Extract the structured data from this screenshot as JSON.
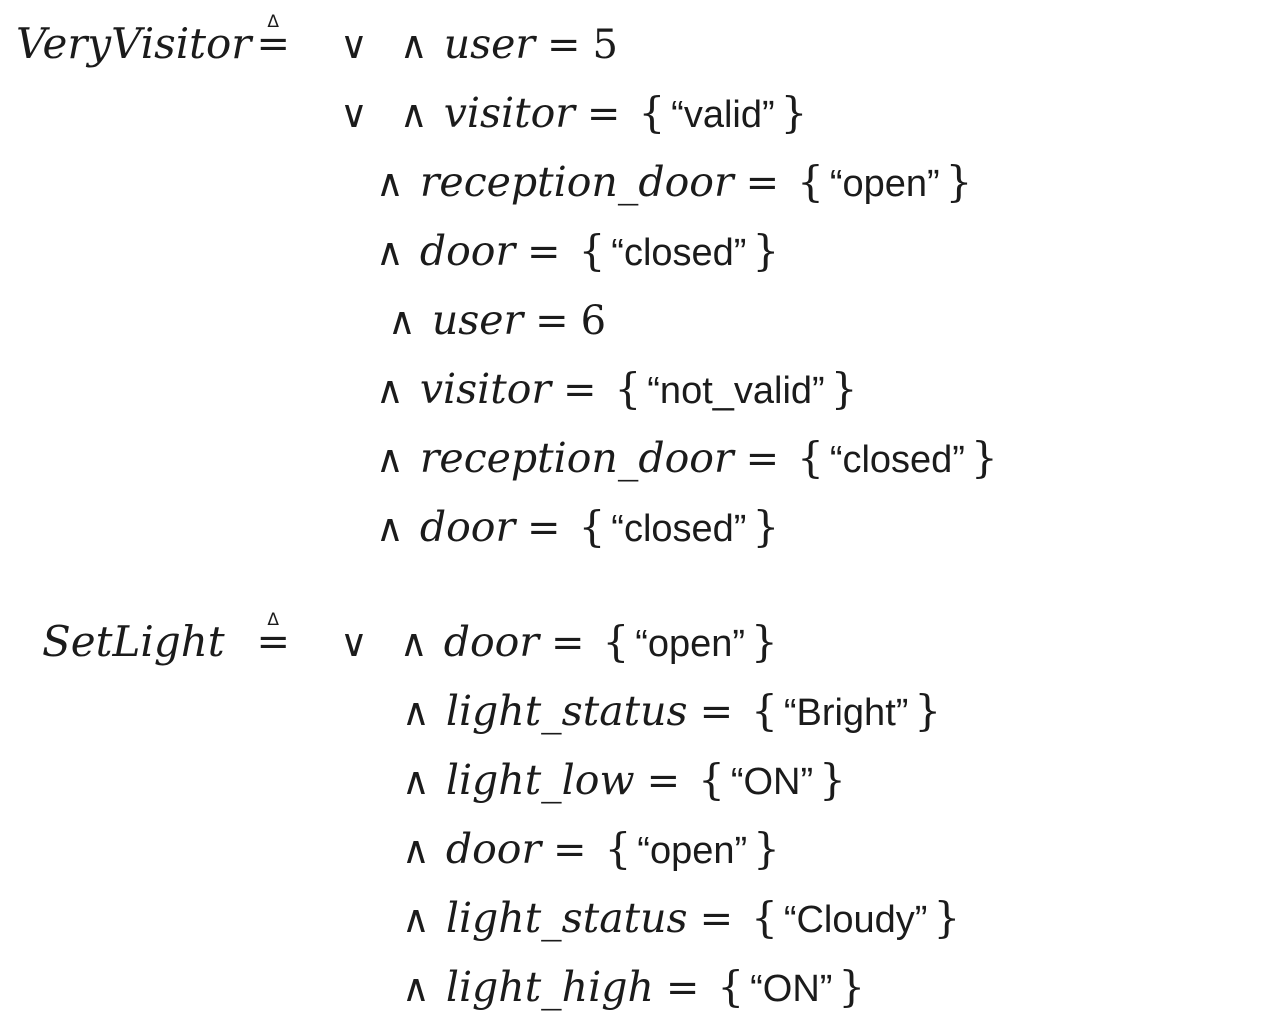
{
  "colors": {
    "background": "#ffffff",
    "text": "#1b1b1b"
  },
  "definitions": [
    {
      "name": "VeryVisitor",
      "defsym": {
        "char": "≜",
        "top": "Δ",
        "base": "="
      },
      "lines": [
        {
          "lead": "∨ ∧",
          "var": "user",
          "eq": "=",
          "open": "",
          "value": "5",
          "close": "",
          "kind": "number"
        },
        {
          "lead": "∨ ∧",
          "var": "visitor",
          "eq": "=",
          "open": "{",
          "value": "“valid”",
          "close": "}",
          "kind": "string"
        },
        {
          "lead": "∧",
          "var": "reception_door",
          "eq": "=",
          "open": "{",
          "value": "“open”",
          "close": "}",
          "kind": "string"
        },
        {
          "lead": "∧",
          "var": "door",
          "eq": "=",
          "open": "{",
          "value": "“closed”",
          "close": "}",
          "kind": "string"
        },
        {
          "lead": "∧",
          "var": "user",
          "eq": "=",
          "open": "",
          "value": "6",
          "close": "",
          "kind": "number"
        },
        {
          "lead": "∧",
          "var": "visitor",
          "eq": "=",
          "open": "{",
          "value": "“not_valid”",
          "close": "}",
          "kind": "string"
        },
        {
          "lead": "∧",
          "var": "reception_door",
          "eq": "=",
          "open": "{",
          "value": "“closed”",
          "close": "}",
          "kind": "string"
        },
        {
          "lead": "∧",
          "var": "door",
          "eq": "=",
          "open": "{",
          "value": "“closed”",
          "close": "}",
          "kind": "string"
        }
      ]
    },
    {
      "name": "SetLight",
      "defsym": {
        "char": "≜",
        "top": "Δ",
        "base": "="
      },
      "lines": [
        {
          "lead": "∨ ∧",
          "var": "door",
          "eq": "=",
          "open": "{",
          "value": "“open”",
          "close": "}",
          "kind": "string"
        },
        {
          "lead": "∧",
          "var": "light_status",
          "eq": "=",
          "open": "{",
          "value": "“Bright”",
          "close": "}",
          "kind": "string"
        },
        {
          "lead": "∧",
          "var": "light_low",
          "eq": "=",
          "open": "{",
          "value": "“ON”",
          "close": "}",
          "kind": "string"
        },
        {
          "lead": "∧",
          "var": "door",
          "eq": "=",
          "open": "{",
          "value": "“open”",
          "close": "}",
          "kind": "string"
        },
        {
          "lead": "∧",
          "var": "light_status",
          "eq": "=",
          "open": "{",
          "value": "“Cloudy”",
          "close": "}",
          "kind": "string"
        },
        {
          "lead": "∧",
          "var": "light_high",
          "eq": "=",
          "open": "{",
          "value": "“ON”",
          "close": "}",
          "kind": "string"
        }
      ]
    }
  ]
}
